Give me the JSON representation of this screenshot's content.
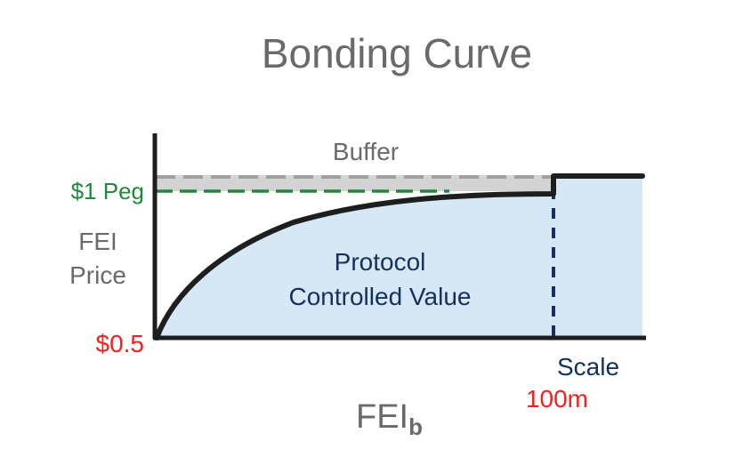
{
  "title": "Bonding Curve",
  "buffer_label": "Buffer",
  "peg_label": "$1 Peg",
  "y_axis_label_line1": "FEI",
  "y_axis_label_line2": "Price",
  "min_price_label": "$0.5",
  "area_label_line1": "Protocol",
  "area_label_line2": "Controlled Value",
  "scale_label": "Scale",
  "scale_value_label": "100m",
  "x_axis_label_main": "FEI",
  "x_axis_label_sub": "b",
  "colors": {
    "title_gray": "#6a6a6a",
    "peg_green": "#1f8a3a",
    "price_red": "#ee2222",
    "navy": "#16305e",
    "fill_blue": "#d6e7f6",
    "buffer_gray": "#d3d3d3",
    "buffer_line": "#a0a0a0",
    "curve": "#1e1e1e"
  }
}
